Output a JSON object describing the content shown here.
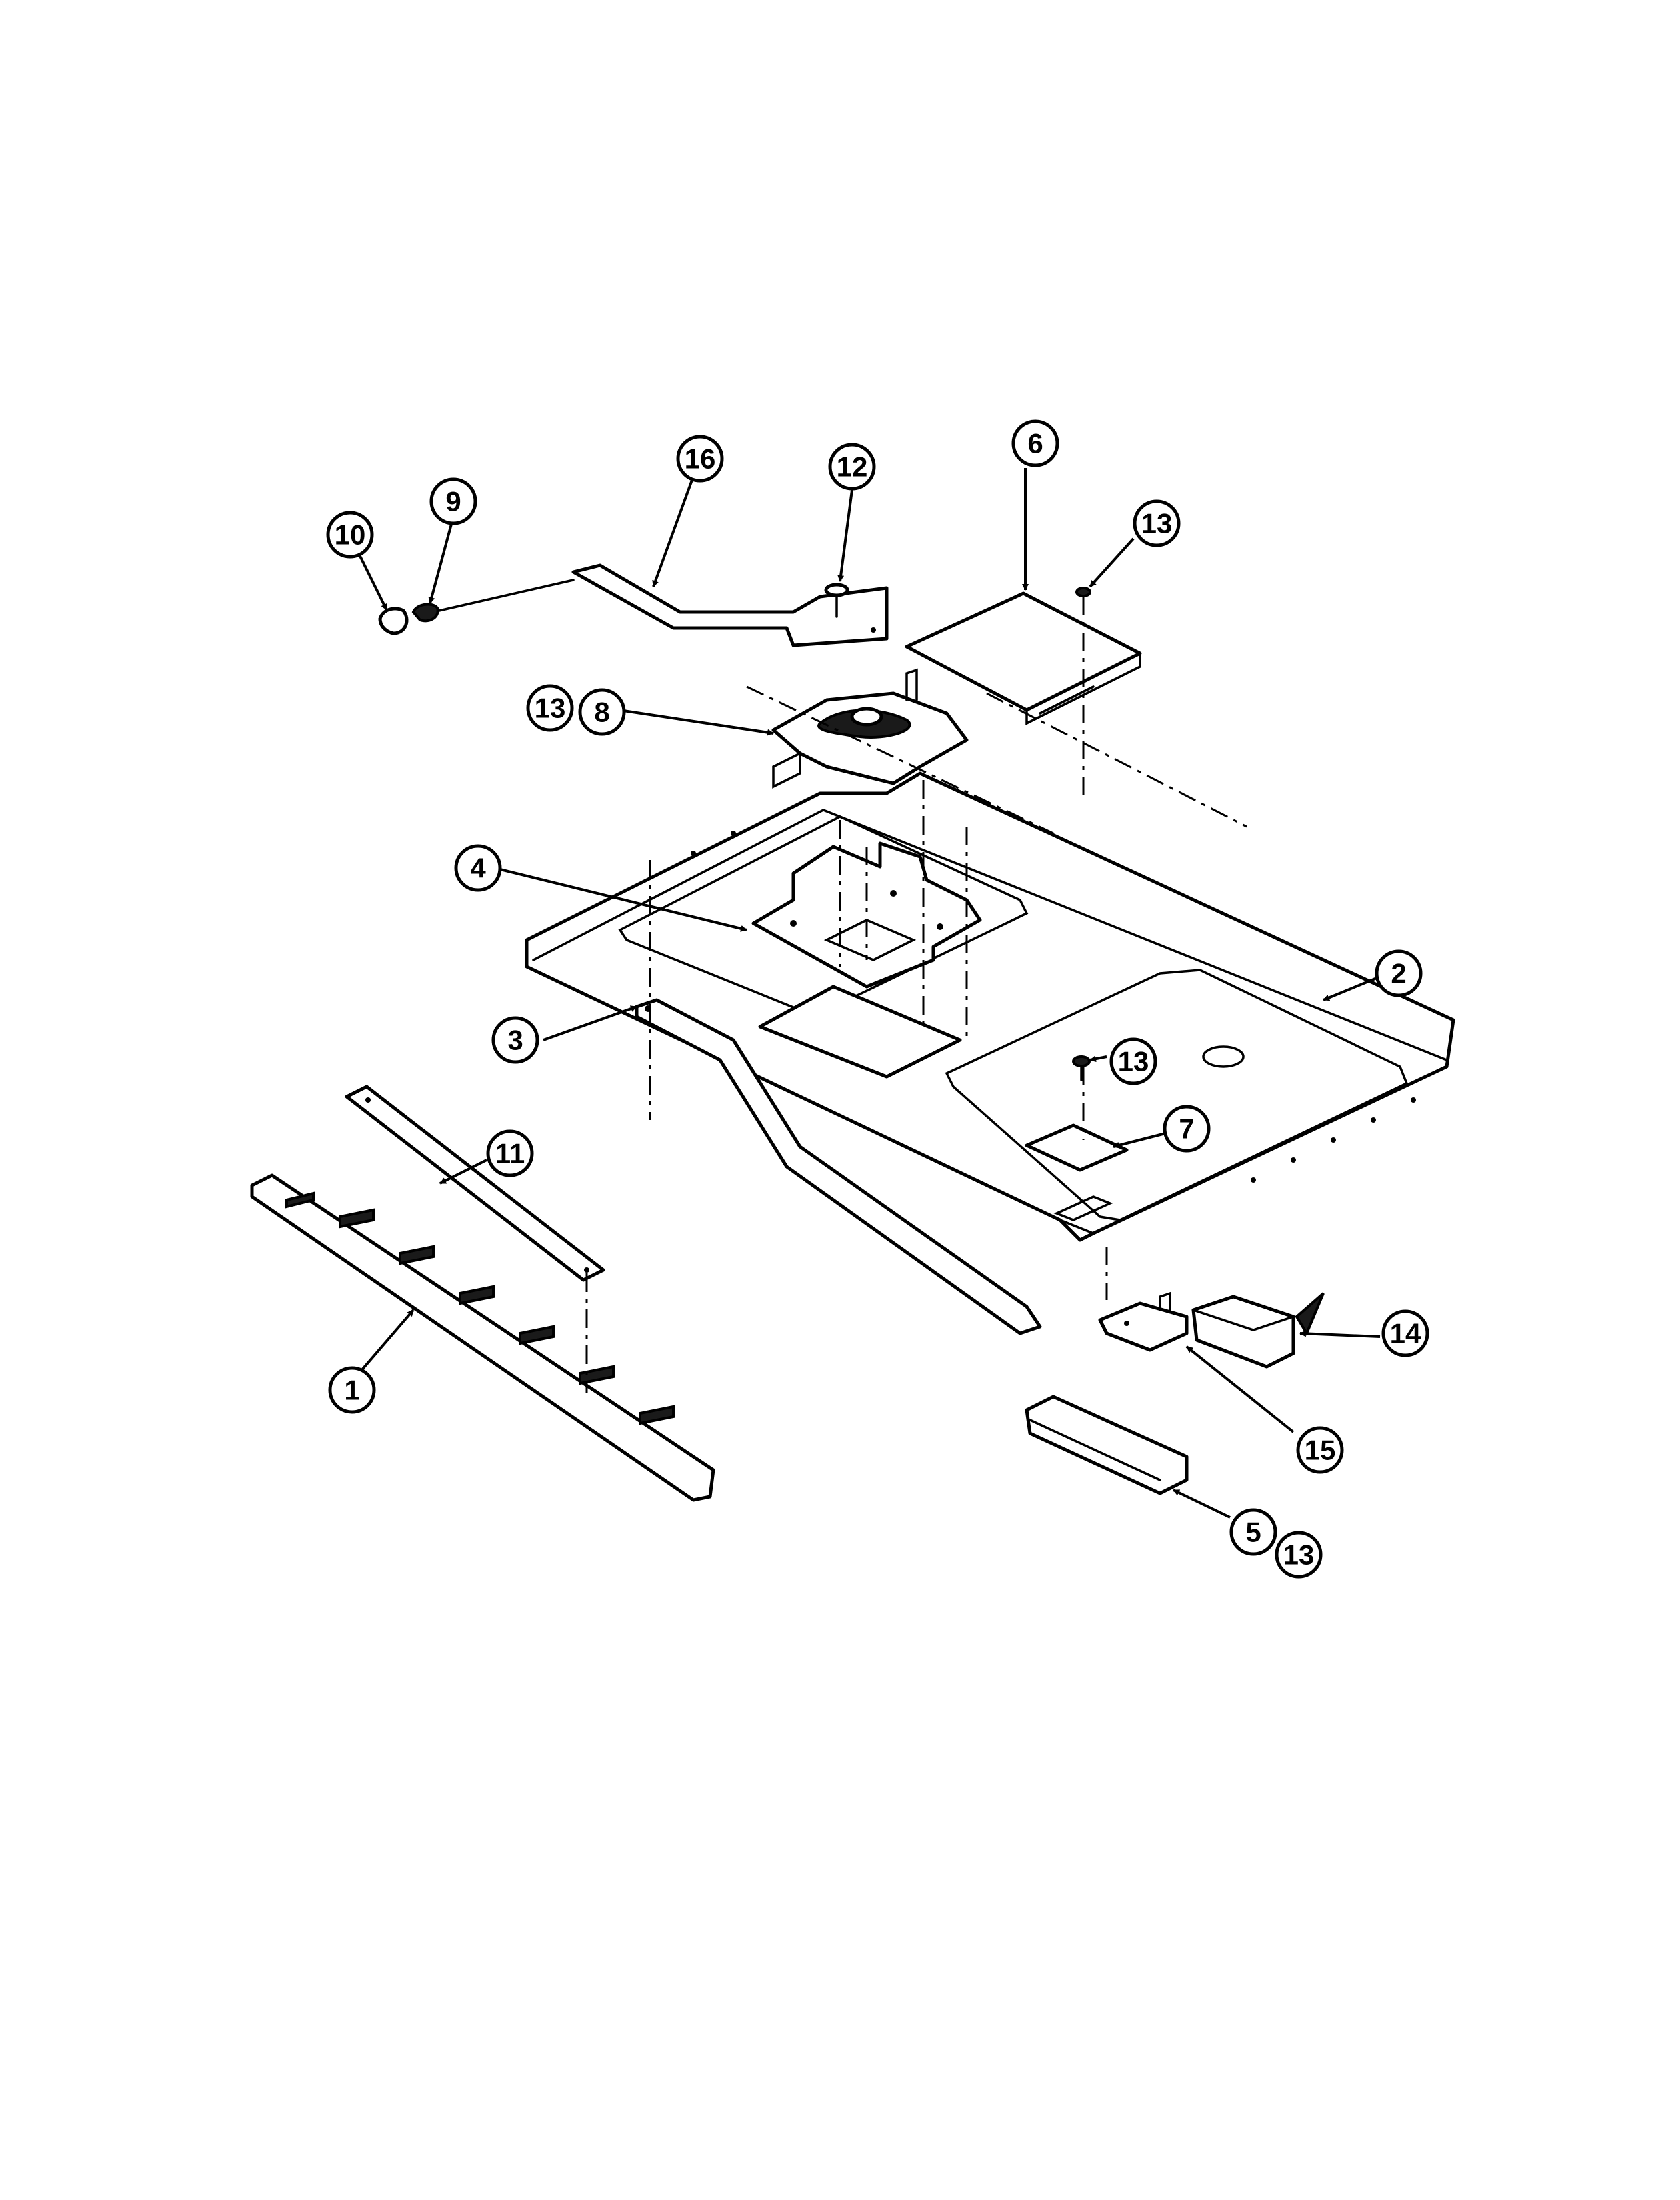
{
  "diagram": {
    "callouts": [
      {
        "id": "c1",
        "label": "1"
      },
      {
        "id": "c2",
        "label": "2"
      },
      {
        "id": "c3",
        "label": "3"
      },
      {
        "id": "c4",
        "label": "4"
      },
      {
        "id": "c5",
        "label": "5"
      },
      {
        "id": "c5b",
        "label": "13"
      },
      {
        "id": "c6",
        "label": "6"
      },
      {
        "id": "c7",
        "label": "7"
      },
      {
        "id": "c8a",
        "label": "13"
      },
      {
        "id": "c8",
        "label": "8"
      },
      {
        "id": "c9",
        "label": "9"
      },
      {
        "id": "c10",
        "label": "10"
      },
      {
        "id": "c11",
        "label": "11"
      },
      {
        "id": "c12",
        "label": "12"
      },
      {
        "id": "c13a",
        "label": "13"
      },
      {
        "id": "c13b",
        "label": "13"
      },
      {
        "id": "c14",
        "label": "14"
      },
      {
        "id": "c15",
        "label": "15"
      },
      {
        "id": "c16",
        "label": "16"
      }
    ]
  }
}
